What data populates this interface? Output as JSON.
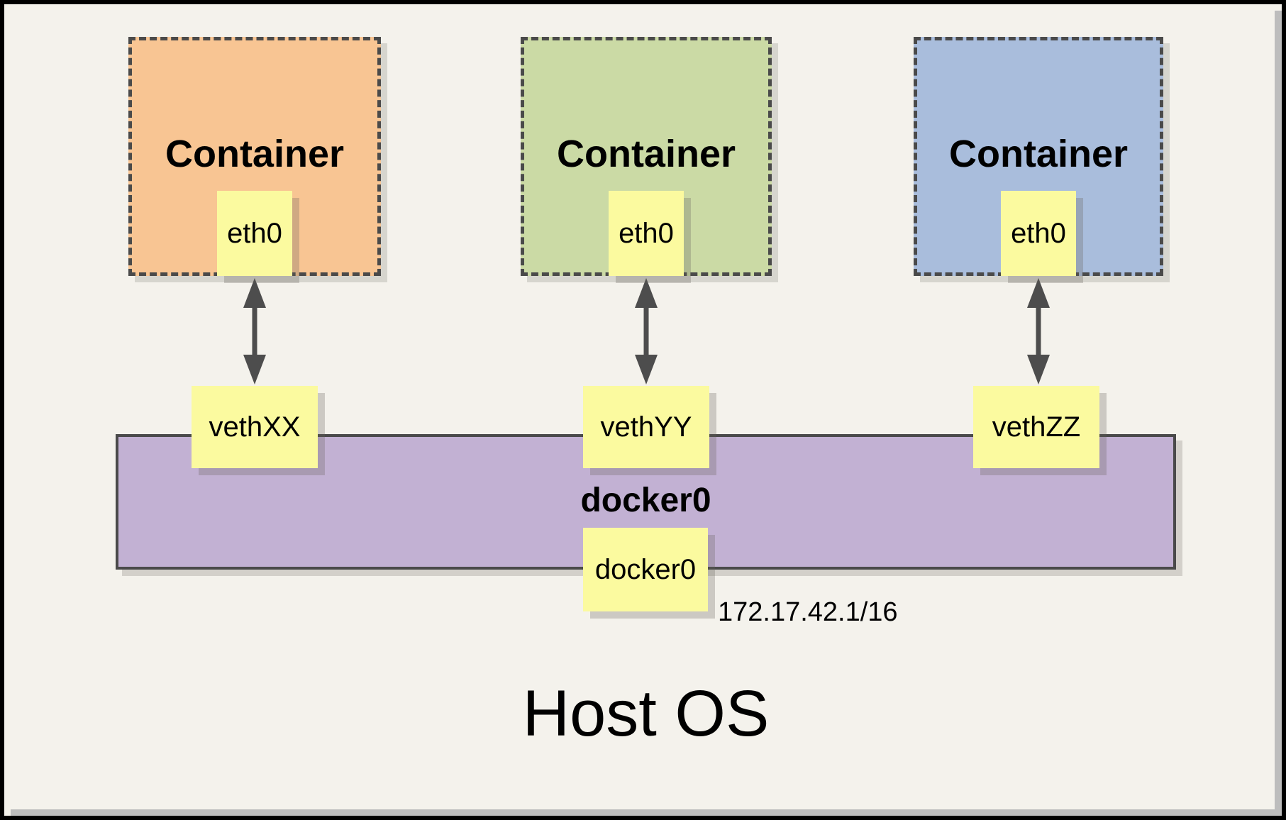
{
  "diagram": {
    "containers": [
      {
        "title": "Container",
        "interface": "eth0",
        "veth": "vethXX",
        "fill": "#F8C593"
      },
      {
        "title": "Container",
        "interface": "eth0",
        "veth": "vethYY",
        "fill": "#CBDAA5"
      },
      {
        "title": "Container",
        "interface": "eth0",
        "veth": "vethZZ",
        "fill": "#A9BDDC"
      }
    ],
    "bridge": {
      "label": "docker0",
      "interface": "docker0",
      "ip": "172.17.42.1/16",
      "fill": "#C2B1D3"
    },
    "host": {
      "label": "Host OS"
    },
    "colors": {
      "canvas_background": "#F4F2EC",
      "note_yellow": "#FBFA9F",
      "stroke_dark": "#4D4D4D",
      "frame_black": "#000000",
      "page_shadow": "#BDBDBD"
    }
  }
}
